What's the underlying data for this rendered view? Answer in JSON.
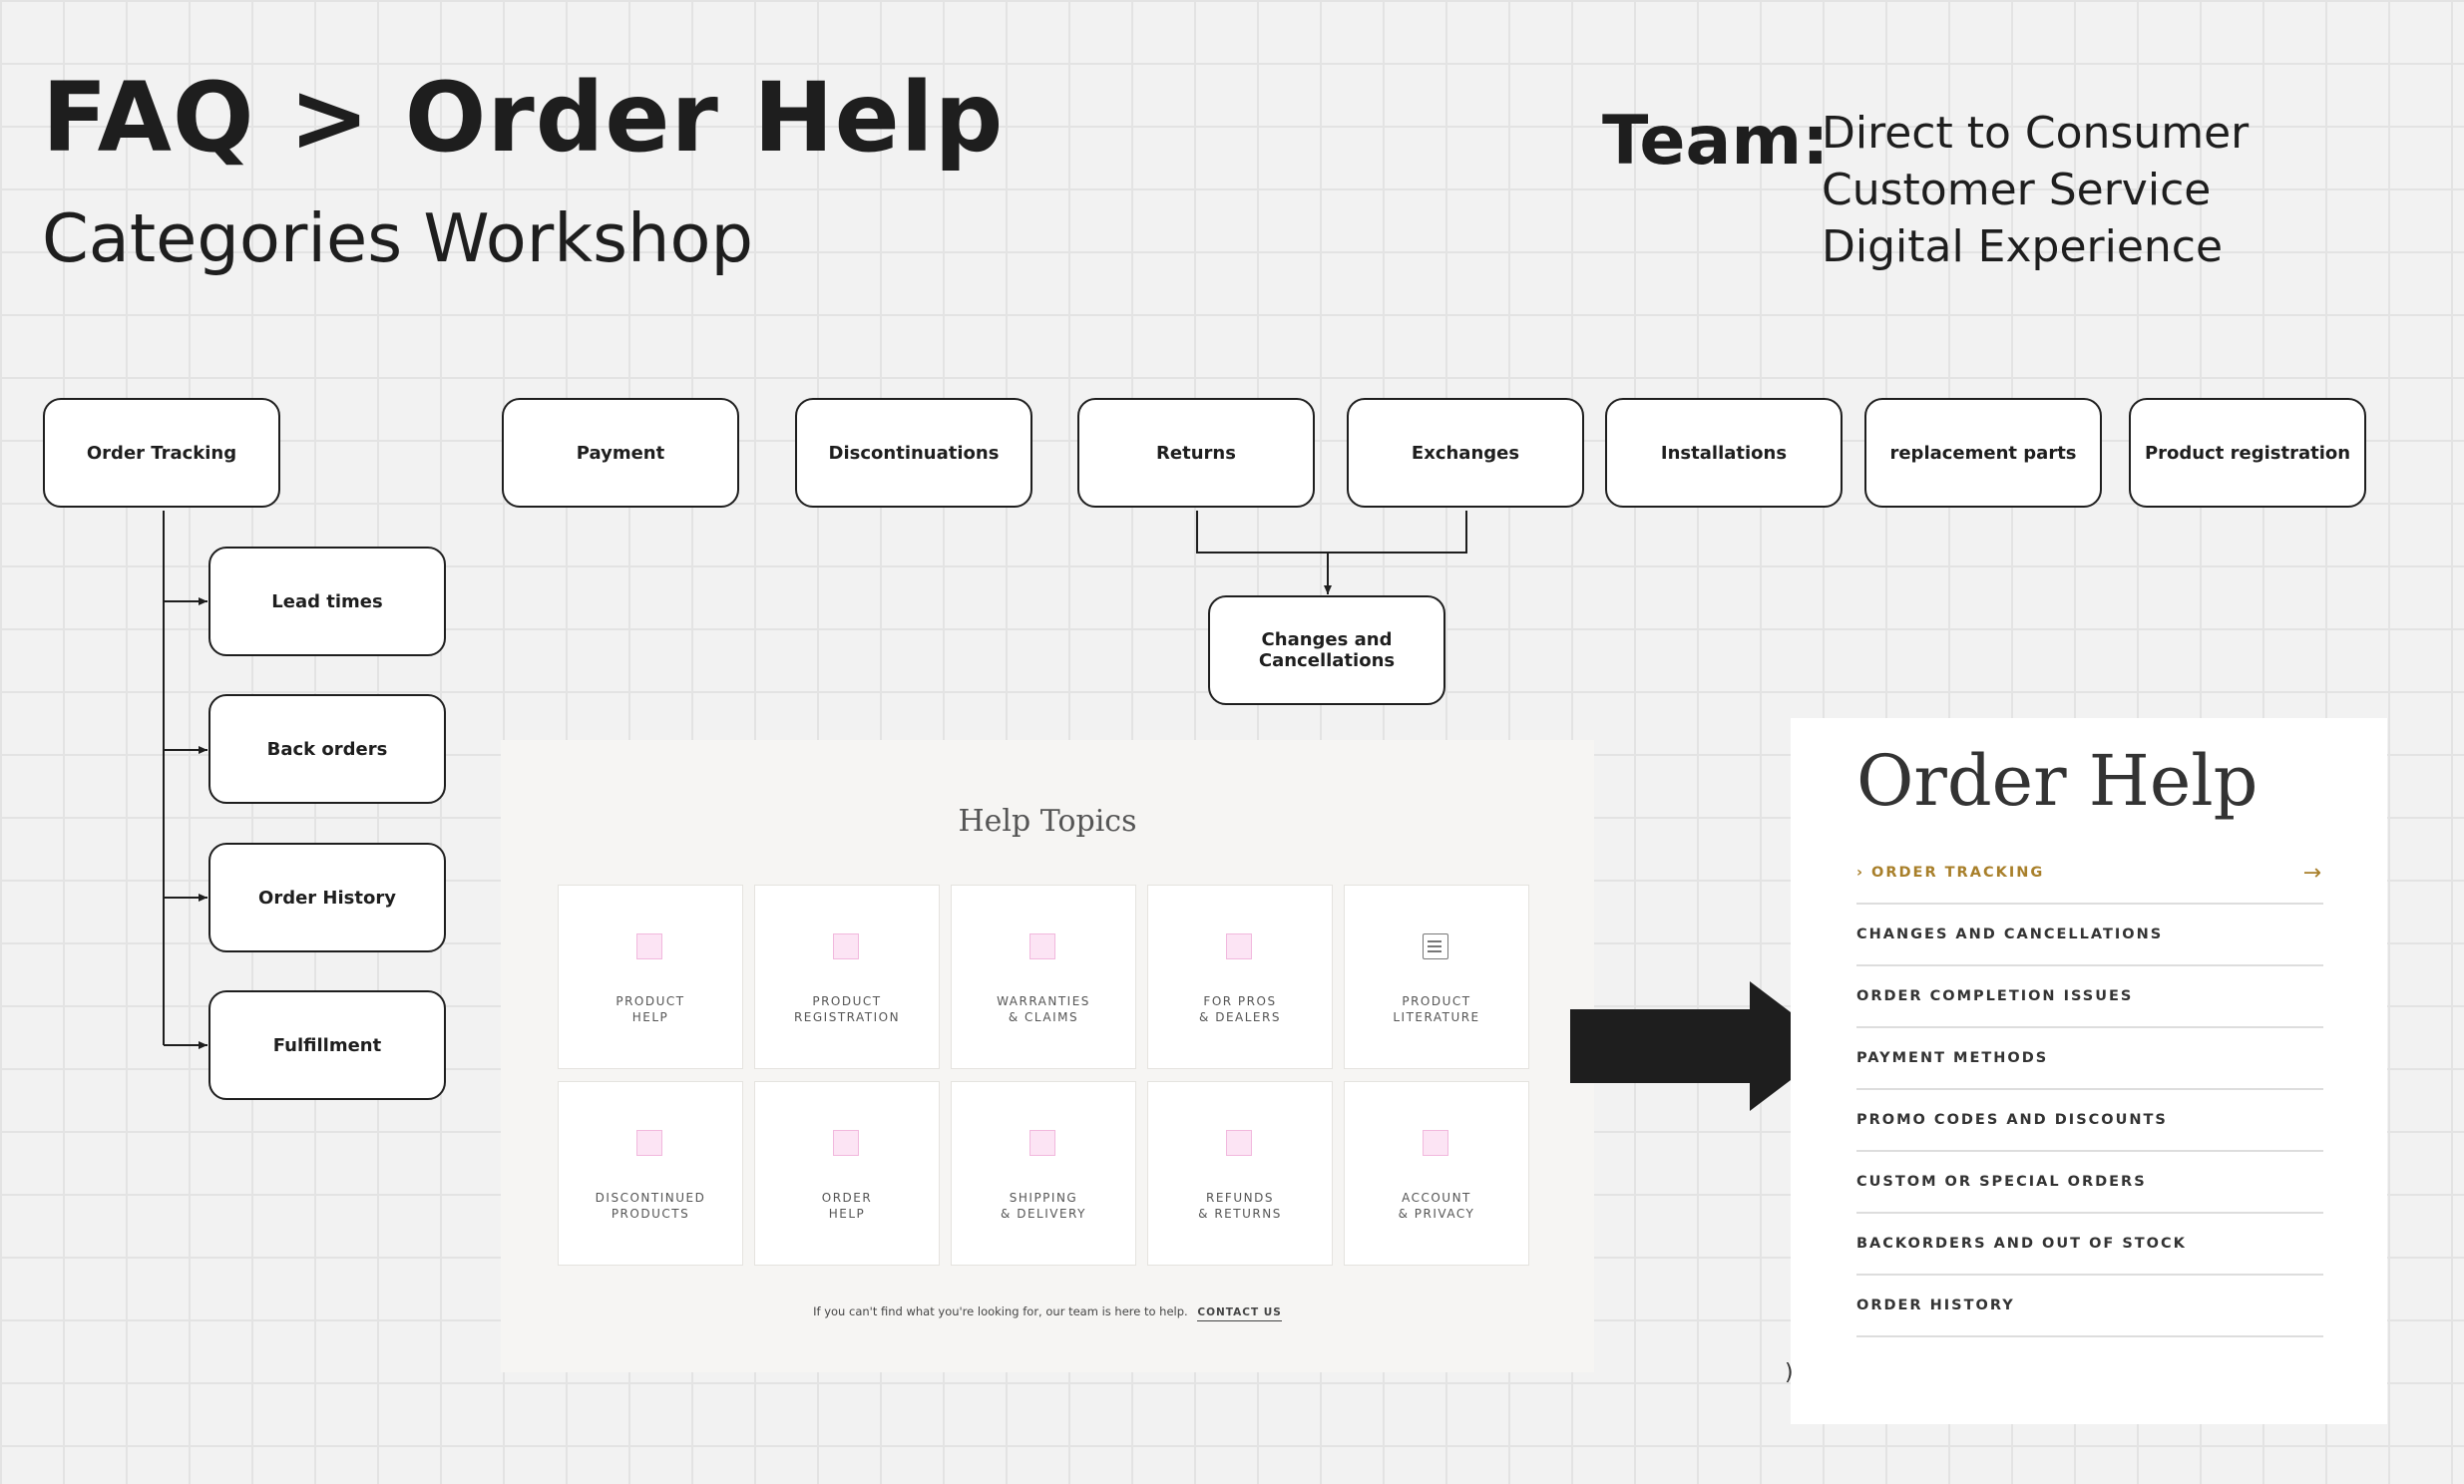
{
  "header": {
    "title": "FAQ > Order Help",
    "subtitle": "Categories Workshop",
    "team_label": "Team:",
    "team_members": [
      "Direct to Consumer",
      "Customer Service",
      "Digital Experience"
    ]
  },
  "diagram": {
    "top_nodes": [
      "Order Tracking",
      "Payment",
      "Discontinuations",
      "Returns",
      "Exchanges",
      "Installations",
      "replacement parts",
      "Product registration"
    ],
    "order_tracking_children": [
      "Lead times",
      "Back orders",
      "Order History",
      "Fulfillment"
    ],
    "merge_node": "Changes and Cancellations"
  },
  "help_topics": {
    "title": "Help Topics",
    "tiles": [
      {
        "label": "PRODUCT\nHELP",
        "icon": "square-placeholder-icon"
      },
      {
        "label": "PRODUCT\nREGISTRATION",
        "icon": "square-placeholder-icon"
      },
      {
        "label": "WARRANTIES\n& CLAIMS",
        "icon": "square-placeholder-icon"
      },
      {
        "label": "FOR PROS\n& DEALERS",
        "icon": "square-placeholder-icon"
      },
      {
        "label": "PRODUCT\nLITERATURE",
        "icon": "document-icon"
      },
      {
        "label": "DISCONTINUED\nPRODUCTS",
        "icon": "square-placeholder-icon"
      },
      {
        "label": "ORDER\nHELP",
        "icon": "square-placeholder-icon"
      },
      {
        "label": "SHIPPING\n& DELIVERY",
        "icon": "square-placeholder-icon"
      },
      {
        "label": "REFUNDS\n& RETURNS",
        "icon": "square-placeholder-icon"
      },
      {
        "label": "ACCOUNT\n& PRIVACY",
        "icon": "square-placeholder-icon"
      }
    ],
    "footer_text": "If you can't find what you're looking for, our team is here to help.",
    "contact_link": "CONTACT US"
  },
  "order_help": {
    "title": "Order Help",
    "items": [
      {
        "label": "› ORDER TRACKING",
        "active": true
      },
      {
        "label": "CHANGES AND CANCELLATIONS"
      },
      {
        "label": "ORDER COMPLETION ISSUES"
      },
      {
        "label": "PAYMENT METHODS"
      },
      {
        "label": "PROMO CODES AND DISCOUNTS"
      },
      {
        "label": "CUSTOM OR SPECIAL ORDERS"
      },
      {
        "label": "BACKORDERS AND OUT OF STOCK"
      },
      {
        "label": "ORDER HISTORY"
      }
    ],
    "active_arrow": "→",
    "accent_color": "#a87f2a"
  },
  "stray_mark": ")"
}
